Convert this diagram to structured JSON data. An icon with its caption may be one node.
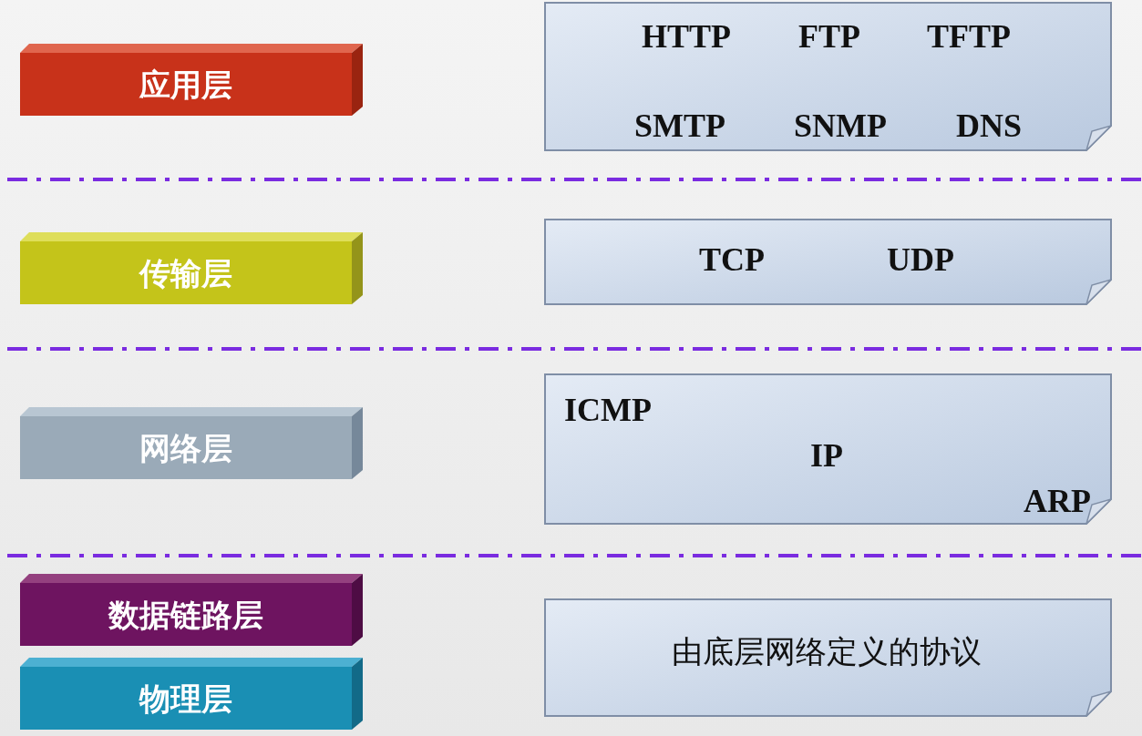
{
  "diagram": {
    "nodes": [
      {
        "text": [
          "应用层"
        ]
      },
      {
        "text": [
          "HTTP",
          "FTP",
          "TFTP",
          "SMTP",
          "SNMP",
          "DNS"
        ]
      },
      {
        "text": [
          "传输层"
        ]
      },
      {
        "text": [
          "TCP",
          "UDP"
        ]
      },
      {
        "text": [
          "网络层"
        ]
      },
      {
        "text": [
          "ICMP",
          "IP",
          "ARP"
        ]
      },
      {
        "text": [
          "数据链路层"
        ]
      },
      {
        "text": [
          "物理层"
        ]
      },
      {
        "text": [
          "由底层网络定义的协议"
        ]
      }
    ]
  }
}
